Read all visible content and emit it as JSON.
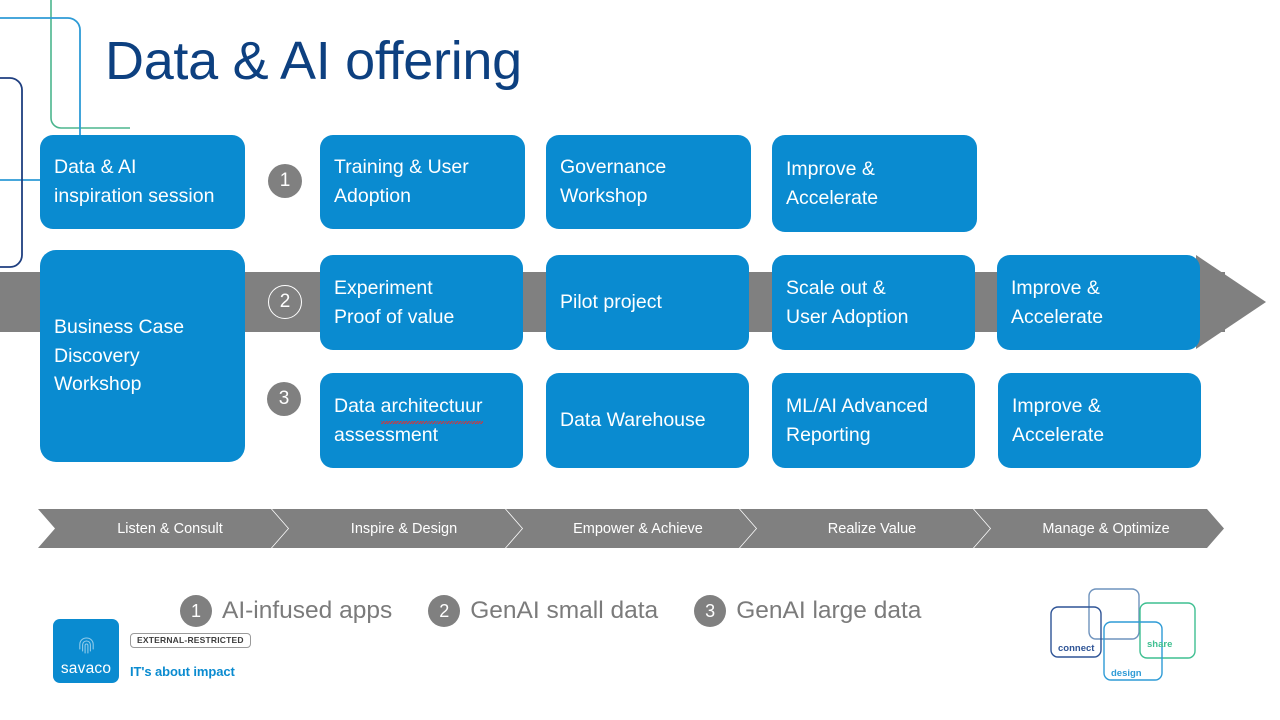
{
  "slide": {
    "title": "Data & AI offering",
    "title_color": "#0D4080",
    "accent_blue": "#0A8BD0",
    "accent_gray": "#808080"
  },
  "rows": {
    "row1": {
      "step_number": "1",
      "lead_card": "Data & AI\ninspiration session",
      "cards": [
        "Training & User\nAdoption",
        "Governance\nWorkshop",
        "Improve &\nAccelerate"
      ]
    },
    "row2": {
      "step_number": "2",
      "lead_card": "Business Case\nDiscovery\nWorkshop",
      "cards": [
        "Experiment\nProof of value",
        "Pilot project",
        "Scale out &\nUser Adoption",
        "Improve &\nAccelerate"
      ]
    },
    "row3": {
      "step_number": "3",
      "cards_prefix": "Data ",
      "cards_misspelled": "architectuur",
      "cards_suffix": "\nassessment",
      "cards": [
        "Data Warehouse",
        "ML/AI Advanced\nReporting",
        "Improve &\nAccelerate"
      ]
    }
  },
  "phases": [
    "Listen & Consult",
    "Inspire & Design",
    "Empower & Achieve",
    "Realize Value",
    "Manage & Optimize"
  ],
  "legend": [
    {
      "number": "1",
      "label": "AI-infused apps"
    },
    {
      "number": "2",
      "label": "GenAI small data"
    },
    {
      "number": "3",
      "label": "GenAI large data"
    }
  ],
  "branding": {
    "logo_word": "savaco",
    "classification_badge": "EXTERNAL-RESTRICTED",
    "tagline": "IT's about impact"
  },
  "deco_bottom_right": {
    "labels": [
      "connect",
      "design",
      "share"
    ],
    "colors": {
      "connect": "#2e5496",
      "design": "#2e9bd6",
      "share": "#3fbf91",
      "plain": "#6f93bd"
    }
  },
  "deco_top_left": {
    "colors": {
      "green": "#4bb58e",
      "light_blue": "#2e9bd6",
      "navy": "#1f3f80"
    }
  }
}
